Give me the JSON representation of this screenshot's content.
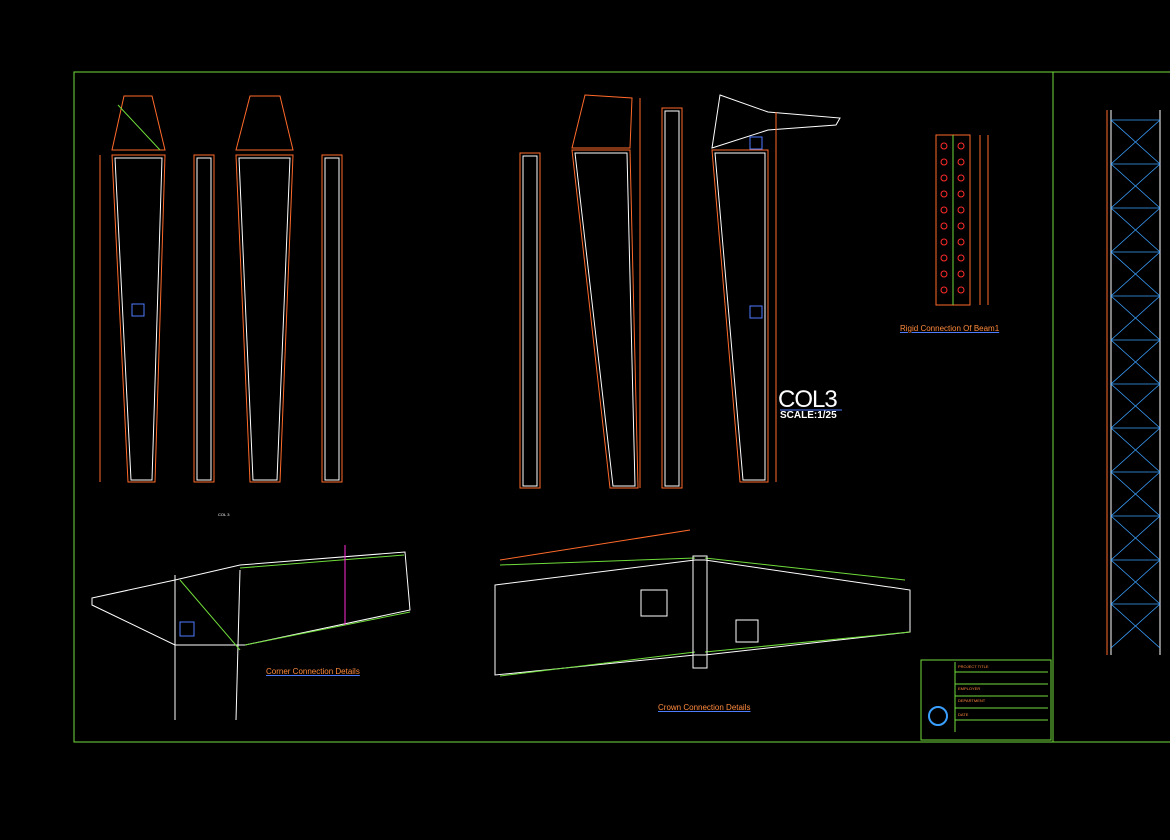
{
  "drawing": {
    "col_title": "COL3",
    "col_scale": "SCALE:1/25",
    "corner_caption": "Corner Connection Details",
    "crown_caption": "Crown Connection Details",
    "rigid_caption": "Rigid Connection Of Beam1",
    "small_label": "COL 3"
  },
  "colors": {
    "frame": "#6fdc3a",
    "member": "#ff6a2a",
    "line": "#ffffff",
    "dim": "#ff8a3d",
    "accent": "#4d7cff",
    "bracing": "#3aa0ff",
    "highlight": "#ff2bd6"
  },
  "title_block": {
    "row1": "PROJECT TITLE",
    "row2": "EMPLOYER",
    "row3": "DEPARTMENT",
    "row4": "DATE"
  }
}
